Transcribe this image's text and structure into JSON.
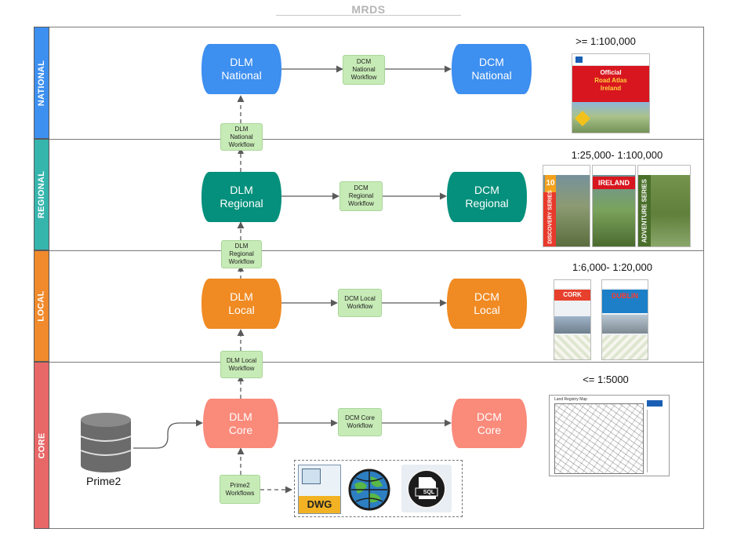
{
  "title": "MRDS",
  "lanes": [
    {
      "label": "NATIONAL",
      "color": "#3d8ff0"
    },
    {
      "label": "REGIONAL",
      "color": "#36b5ad"
    },
    {
      "label": "LOCAL",
      "color": "#f08a2c"
    },
    {
      "label": "CORE",
      "color": "#e86767"
    }
  ],
  "national": {
    "dlm": [
      "DLM",
      "National"
    ],
    "dcm": [
      "DCM",
      "National"
    ],
    "workflow": [
      "DCM",
      "National",
      "Workflow"
    ],
    "scale": ">= 1:100,000",
    "cylinder_color": "#3d8ff0",
    "atlas_text": [
      "Official",
      "Road Atlas",
      "Ireland"
    ]
  },
  "regional": {
    "dlm": [
      "DLM",
      "Regional"
    ],
    "dcm": [
      "DCM",
      "Regional"
    ],
    "workflow": [
      "DCM",
      "Regional",
      "Workflow"
    ],
    "scale": "1:25,000- 1:100,000",
    "cylinder_color": "#04907c",
    "covers": [
      "DISCOVERY SERIES",
      "IRELAND",
      "ADVENTURE SERIES"
    ]
  },
  "local": {
    "dlm": [
      "DLM",
      "Local"
    ],
    "dcm": [
      "DCM",
      "Local"
    ],
    "workflow": [
      "DCM Local",
      "Workflow"
    ],
    "scale": "1:6,000- 1:20,000",
    "cylinder_color": "#f08a22",
    "covers": [
      "CORK",
      "DUBLIN"
    ]
  },
  "core": {
    "dlm": [
      "DLM",
      "Core"
    ],
    "dcm": [
      "DCM",
      "Core"
    ],
    "workflow": [
      "DCM Core",
      "Workflow"
    ],
    "scale": "<= 1:5000",
    "cylinder_color": "#fa8a7a",
    "map_title": "Land Registry Map"
  },
  "vertical_workflows": {
    "national": [
      "DLM",
      "National",
      "Workflow"
    ],
    "regional": [
      "DLM",
      "Regional",
      "Workflow"
    ],
    "local": [
      "DLM Local",
      "Workflow"
    ]
  },
  "prime2": {
    "label": "Prime2",
    "workflows": [
      "Prime2",
      "Workflows"
    ]
  },
  "software": {
    "dwg": "DWG",
    "sql": "SQL"
  },
  "colors": {
    "workflow_fill": "#c7ebb6",
    "arrow": "#5a5a5a",
    "db_gray": "#6b6b6b"
  }
}
